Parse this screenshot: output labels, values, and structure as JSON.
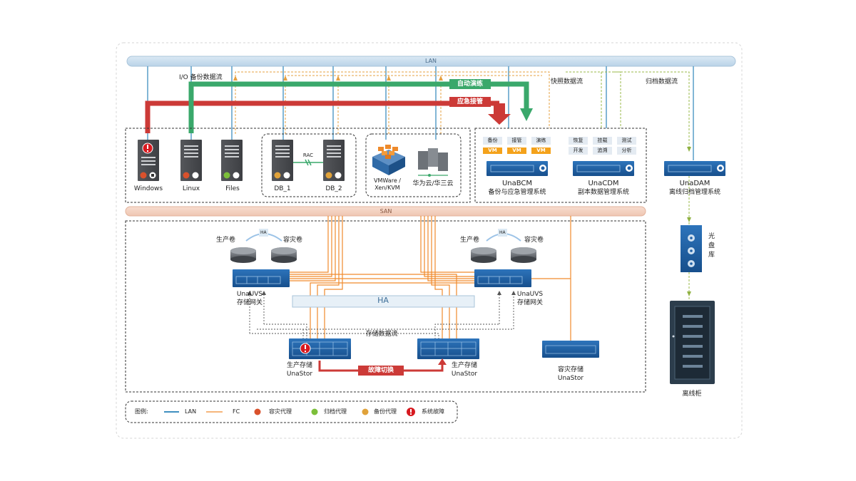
{
  "network": {
    "lan": "LAN",
    "san": "SAN"
  },
  "flows": {
    "io_backup": "I/O 备份数据流",
    "snapshot": "快照数据流",
    "archive": "归档数据流",
    "auto_drill": "自动演练",
    "emergency_takeover": "应急接管",
    "storage_flow": "存储数据流",
    "failover": "故障切换",
    "ha": "HA"
  },
  "hosts": {
    "windows": "Windows",
    "linux": "Linux",
    "files": "Files",
    "rac": "RAC",
    "db1": "DB_1",
    "db2": "DB_2",
    "virtualization": "VMWare /\nXen/KVM",
    "cloud": "华为云/华三云"
  },
  "systems": {
    "bcm_name": "UnaBCM",
    "bcm_desc": "备份与应急管理系统",
    "bcm_cells": [
      "备份",
      "接管",
      "演练"
    ],
    "bcm_vm": "VM",
    "cdm_name": "UnaCDM",
    "cdm_desc": "副本数据管理系统",
    "cdm_cells": [
      "恢复",
      "挂载",
      "测试",
      "开发",
      "追溯",
      "分析"
    ],
    "dam_name": "UnaDAM",
    "dam_desc": "离线归档管理系统",
    "optical_library": "光盘库",
    "offline_cabinet": "离线柜"
  },
  "storage": {
    "production_volume": "生产卷",
    "dr_volume": "容灾卷",
    "uvs_name": "UnaUVS",
    "uvs_desc": "存储网关",
    "prod_storage_label": "生产存储",
    "unastor": "UnaStor",
    "dr_storage_label": "容灾存储"
  },
  "legend": {
    "title": "图例:",
    "lan": "LAN",
    "fc": "FC",
    "dr_agent": "容灾代理",
    "archive_agent": "归档代理",
    "backup_agent": "备份代理",
    "system_fault": "系统故障"
  },
  "colors": {
    "lan_line": "#3f8fc0",
    "fc_line": "#f08a2c",
    "dash_line": "#9ab84a",
    "green_flow": "#3aa86b",
    "red_flow": "#cc3a37",
    "device_blue": "#1e5fa5",
    "dr_agent": "#d9512c",
    "archive_agent": "#7cbf3a",
    "backup_agent": "#e0a23a",
    "fault_red": "#d7191f"
  }
}
